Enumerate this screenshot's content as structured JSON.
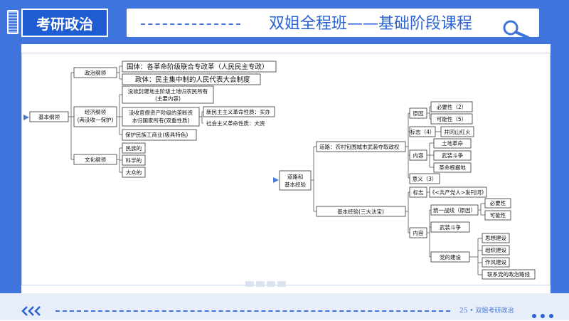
{
  "header": {
    "brand": "考研政治",
    "banner_title": "双姐全程班——基础阶段课程"
  },
  "footer": {
    "page_label": "25 • 双姐考研政治"
  },
  "icons": {
    "search": "magnifier-icon",
    "back": "double-chevron-left-icon",
    "more": "three-dots-icon"
  },
  "colors": {
    "primary": "#3f74dc",
    "dark": "#1f5bd1"
  },
  "diagram": {
    "left": {
      "root": "基本纲领",
      "political": "政治纲领",
      "pol_1": "国体：各革命阶级联合专政革（人民民主专政）",
      "pol_2": "政体：民主集中制的人民代表大会制度",
      "economic_1": "经济纲领",
      "economic_2": "(两没收一保护)",
      "eco_land_1": "没收封建地主阶级土地归农民所有",
      "eco_land_2": "(主要内容)",
      "eco_cap_1": "没收官僚资产阶级的垄断资",
      "eco_cap_2": "本归国家所有(双重性质)",
      "eco_nature_1": "新民主主义革命性质：买办",
      "eco_nature_2": "社会主义革命性质：大资",
      "eco_protect": "保护民族工商业(极具特色)",
      "culture": "文化纲领",
      "cul_1": "民族的",
      "cul_2": "科学的",
      "cul_3": "大众的"
    },
    "right": {
      "root_1": "道路和",
      "root_2": "基本经验",
      "road": "道路：农村包围城市武装夺取政权",
      "reason": "原因",
      "necessity": "必要性（2）",
      "possibility": "可能性（5）",
      "marker": "标志（4）",
      "jinggang": "井冈山红火",
      "content": "内容",
      "land_rev": "土地革命",
      "armed": "武装斗争",
      "base": "革命根据地",
      "meaning": "意义（3）",
      "experience": "基本经验(三大法宝)",
      "exp_marker": "标志",
      "exp_marker_val": "《<共产党人>发刊词》",
      "exp_content": "内容",
      "united_front": "统一战线（原因）",
      "uf_necessity": "必要性",
      "uf_possibility": "可能性",
      "exp_armed": "武装斗争",
      "party": "党的建设",
      "party_1": "思想建设",
      "party_2": "组织建设",
      "party_3": "作风建设",
      "party_4": "联系党的政治路线"
    }
  }
}
